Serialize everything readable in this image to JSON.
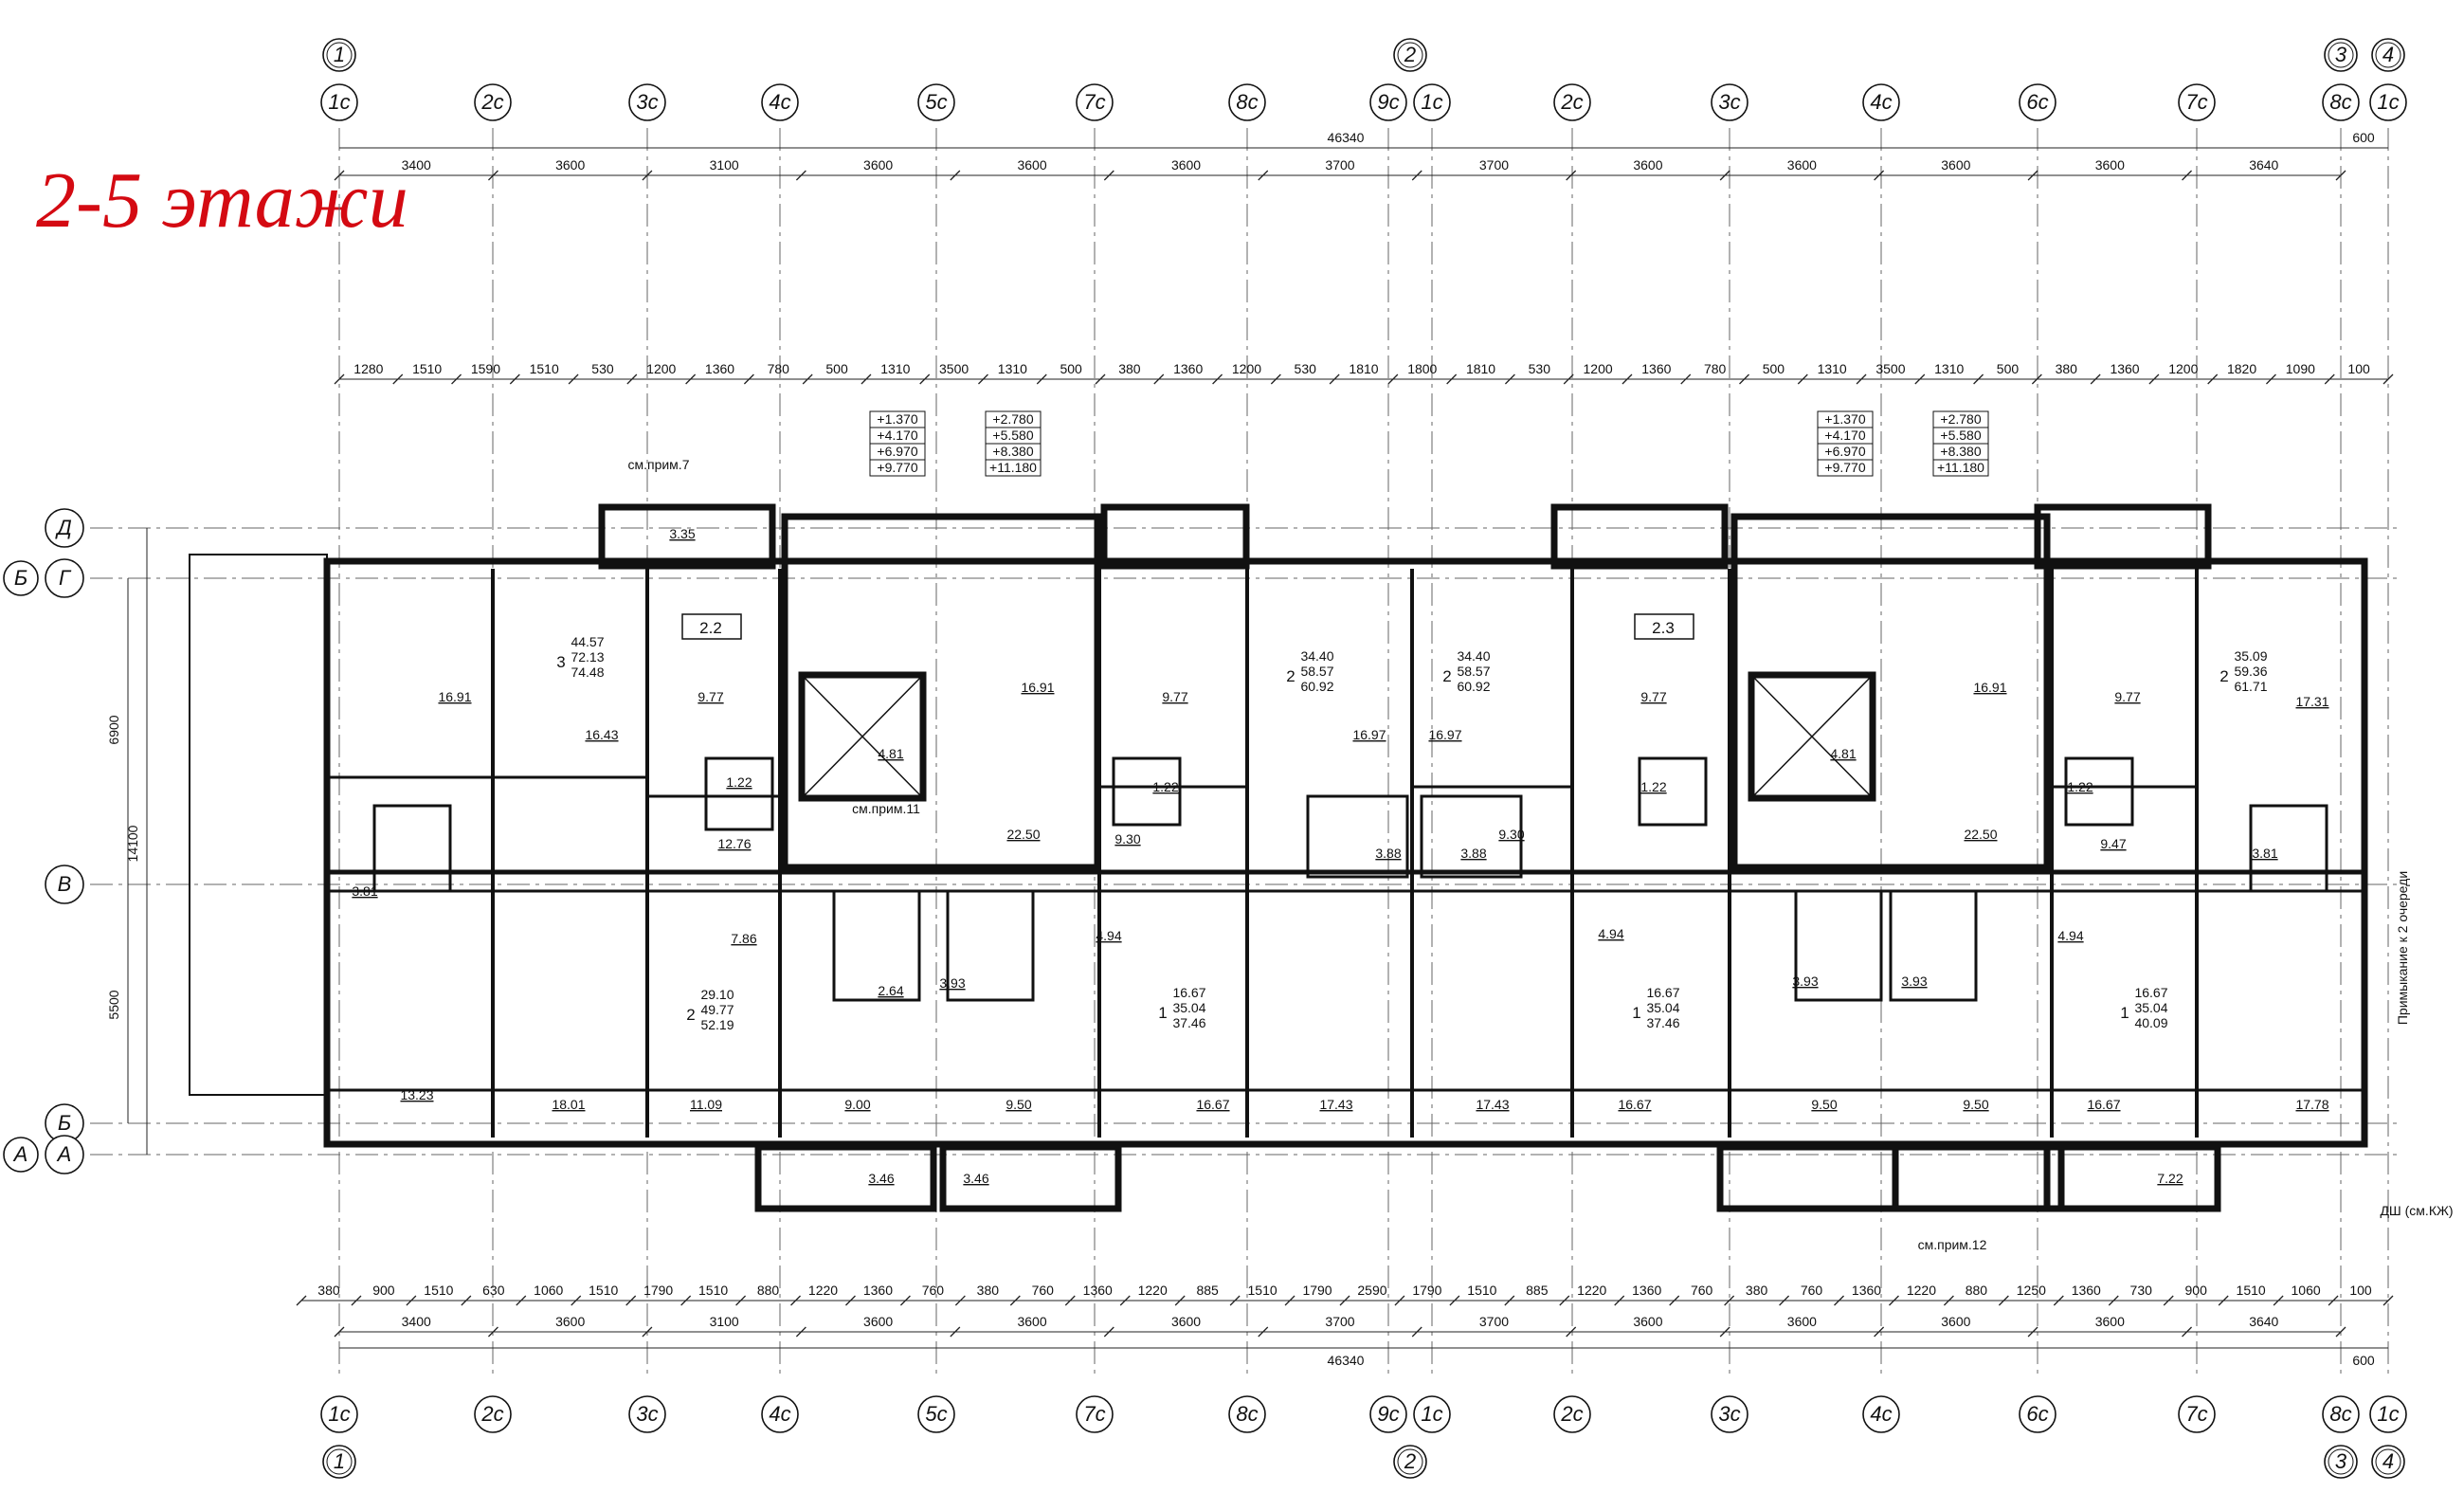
{
  "title": "2-5 этажи",
  "top_axes": [
    "1с",
    "2с",
    "3с",
    "4с",
    "5с",
    "7с",
    "8с",
    "9с",
    "1с",
    "2с",
    "3с",
    "4с",
    "6с",
    "7с",
    "8с",
    "1с"
  ],
  "main_axes_top": [
    "1",
    "2",
    "3",
    "4"
  ],
  "row_axes": [
    {
      "left": "",
      "label": "Д"
    },
    {
      "left": "Б",
      "label": "Г"
    },
    {
      "left": "",
      "label": "В"
    },
    {
      "left": "",
      "label": "Б"
    },
    {
      "left": "А",
      "label": "А"
    }
  ],
  "overall_dims": {
    "total": "46340",
    "end": "600",
    "side_total": "14100",
    "side_1": "6900",
    "side_2": "5500"
  },
  "row1_dims": [
    "3400",
    "3600",
    "3100",
    "3600",
    "3600",
    "3600",
    "3700",
    "3700",
    "3600",
    "3600",
    "3600",
    "3600",
    "3640"
  ],
  "row2_dims": [
    "1280",
    "1510",
    "1590",
    "1510",
    "530",
    "1200",
    "1360",
    "780",
    "500",
    "1310",
    "3500",
    "1310",
    "500",
    "380",
    "1360",
    "1200",
    "530",
    "1810",
    "1800",
    "1810",
    "530",
    "1200",
    "1360",
    "780",
    "500",
    "1310",
    "3500",
    "1310",
    "500",
    "380",
    "1360",
    "1200",
    "1820",
    "1090",
    "100"
  ],
  "bottom_dims": [
    "380",
    "900",
    "1510",
    "630",
    "1060",
    "1510",
    "1790",
    "1510",
    "880",
    "1220",
    "1360",
    "760",
    "380",
    "760",
    "1360",
    "1220",
    "885",
    "1510",
    "1790",
    "2590",
    "1790",
    "1510",
    "885",
    "1220",
    "1360",
    "760",
    "380",
    "760",
    "1360",
    "1220",
    "880",
    "1250",
    "1360",
    "730",
    "900",
    "1510",
    "1060",
    "100"
  ],
  "rooms": [
    {
      "n": "3",
      "a1": "44.57",
      "a2": "72.13",
      "a3": "74.48"
    },
    {
      "n": "2",
      "a1": "34.40",
      "a2": "58.57",
      "a3": "60.92"
    },
    {
      "n": "2",
      "a1": "34.40",
      "a2": "58.57",
      "a3": "60.92"
    },
    {
      "n": "2",
      "a1": "35.09",
      "a2": "59.36",
      "a3": "61.71"
    },
    {
      "n": "2",
      "a1": "29.10",
      "a2": "49.77",
      "a3": "52.19"
    },
    {
      "n": "1",
      "a1": "16.67",
      "a2": "35.04",
      "a3": "37.46"
    },
    {
      "n": "1",
      "a1": "16.67",
      "a2": "35.04",
      "a3": "37.46"
    },
    {
      "n": "1",
      "a1": "16.67",
      "a2": "35.04",
      "a3": "40.09"
    }
  ],
  "room_areas": [
    "16.91",
    "16.43",
    "9.77",
    "12.76",
    "4.81",
    "16.91",
    "22.50",
    "9.77",
    "9.30",
    "16.97",
    "16.97",
    "9.30",
    "9.77",
    "4.81",
    "16.91",
    "22.50",
    "9.77",
    "17.31",
    "9.47",
    "3.81",
    "3.81",
    "7.86",
    "2.64",
    "3.93",
    "4.94",
    "3.88",
    "3.88",
    "4.94",
    "3.93",
    "3.93",
    "4.94",
    "13.23",
    "18.01",
    "11.09",
    "9.00",
    "9.50",
    "16.67",
    "17.43",
    "17.43",
    "16.67",
    "9.50",
    "9.50",
    "16.67",
    "17.78",
    "1.22",
    "1.22",
    "1.22",
    "1.22"
  ],
  "labels": {
    "units": [
      "2.2",
      "2.3"
    ],
    "balconies": [
      "3.35",
      "3.46",
      "3.46",
      "7.22"
    ]
  },
  "notes": [
    "см.прим.7",
    "см.прим.11",
    "см.прим.12",
    "Примыкание к 2 очереди",
    "ДШ (см.КЖ)"
  ],
  "elevations": [
    "+1.370",
    "+4.170",
    "+6.970",
    "+9.770",
    "+2.780",
    "+5.580",
    "+8.380",
    "+11.180"
  ]
}
